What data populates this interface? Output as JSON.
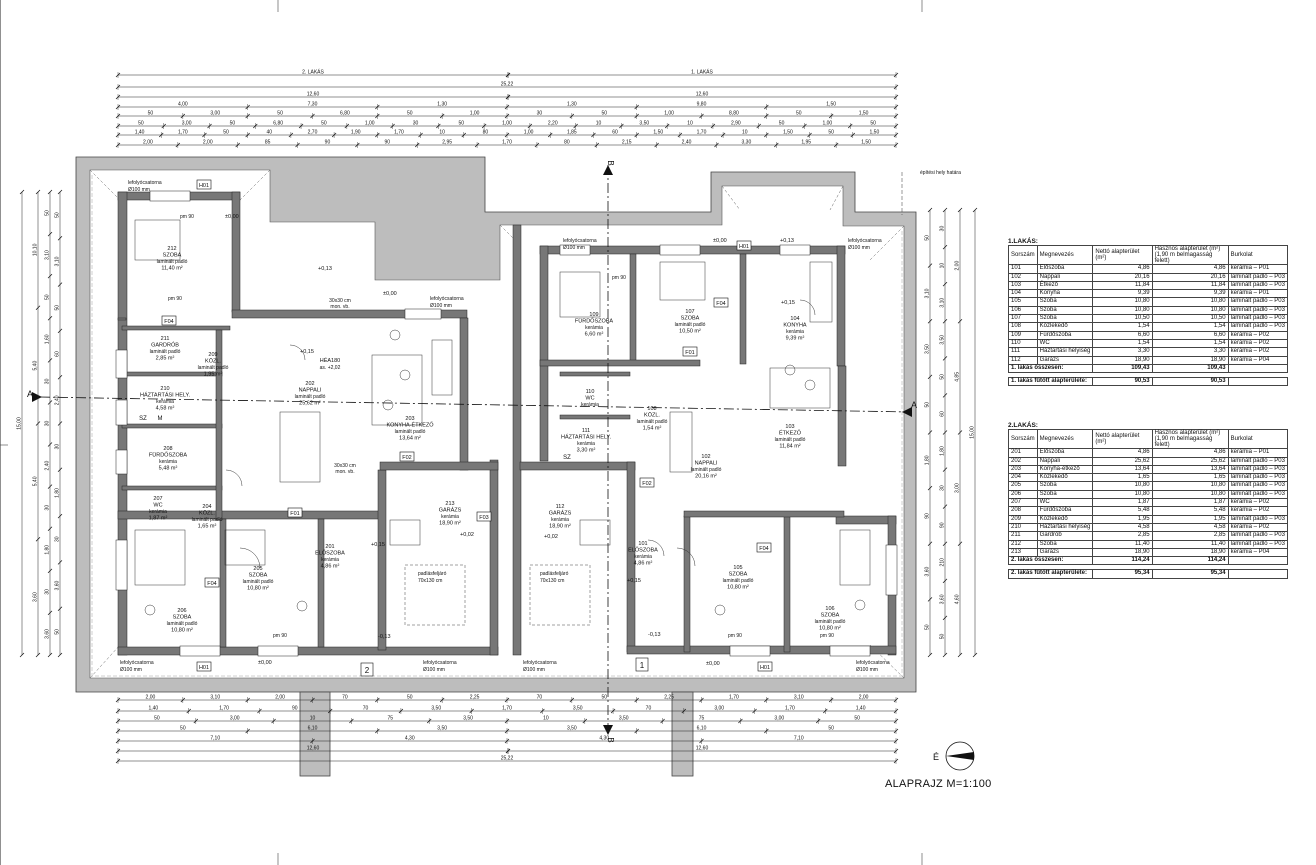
{
  "plan": {
    "dims_top": {
      "apartments": [
        "2. LAKÁS",
        "1. LAKÁS"
      ],
      "total": "25,22",
      "halves": [
        "12,60",
        "12,60"
      ],
      "row3": [
        "4,00",
        "7,30",
        "1,30",
        "1,30",
        "9,80",
        "1,50"
      ],
      "row4": [
        "50",
        "3,00",
        "50",
        "6,80",
        "50",
        "1,00",
        "30",
        "50",
        "1,00",
        "8,80",
        "50",
        "1,50"
      ],
      "row5": [
        "50",
        "3,00",
        "50",
        "6,80",
        "50",
        "1,00",
        "30",
        "50",
        "1,00",
        "2,20",
        "10",
        "3,50",
        "10",
        "2,90",
        "50",
        "1,00",
        "50"
      ],
      "row6": [
        "1,40",
        "1,70",
        "50",
        "40",
        "2,70",
        "1,90",
        "1,70",
        "10",
        "80",
        "1,00",
        "1,85",
        "60",
        "1,50",
        "1,70",
        "10",
        "1,50",
        "50",
        "1,50"
      ],
      "row7": [
        "2,00",
        "2,00",
        "85",
        "90",
        "90",
        "2,95",
        "1,70",
        "80",
        "2,15",
        "2,40",
        "3,30",
        "1,95",
        "1,50"
      ]
    },
    "dims_bottom": {
      "row1": [
        "2,00",
        "3,10",
        "2,00",
        "70",
        "50",
        "2,25",
        "70",
        "50",
        "2,25",
        "1,70",
        "3,10",
        "2,00"
      ],
      "row2": [
        "1,40",
        "1,70",
        "90",
        "70",
        "3,50",
        "1,70",
        "3,50",
        "70",
        "3,00",
        "1,70",
        "1,40"
      ],
      "row3": [
        "50",
        "3,00",
        "10",
        "75",
        "3,50",
        "10",
        "3,50",
        "75",
        "3,00",
        "50"
      ],
      "row4": [
        "50",
        "6,10",
        "3,50",
        "3,50",
        "6,10",
        "50"
      ],
      "row5": [
        "7,10",
        "4,30",
        "4,30",
        "7,10"
      ],
      "halves": [
        "12,60",
        "12,60"
      ],
      "total": "25,22"
    },
    "dims_left": {
      "total": "15,00",
      "parts": [
        "10,10",
        "5,40",
        "5,40",
        "3,60"
      ],
      "small": [
        "50",
        "3,10",
        "50",
        "1,60",
        "30",
        "30",
        "2,40",
        "30",
        "1,80",
        "30",
        "3,60",
        "50",
        "60",
        "150",
        "150"
      ]
    },
    "dims_right": {
      "total": "15,00",
      "parts": [
        "2,00",
        "4,85",
        "3,00",
        "4,60"
      ],
      "small": [
        "30",
        "10",
        "3,10",
        "3,50",
        "50",
        "60",
        "1,80",
        "30",
        "90",
        "210",
        "3,60",
        "50"
      ]
    },
    "rooms": [
      {
        "num": "212",
        "name": "SZOBA",
        "floor": "laminált padló",
        "area": "11,40 m²"
      },
      {
        "num": "211",
        "name": "GARDRÓB",
        "floor": "laminált padló",
        "area": "2,85 m²"
      },
      {
        "num": "209",
        "name": "KÖZL.",
        "floor": "laminált padló",
        "area": "1,95 m²"
      },
      {
        "num": "210",
        "name": "HÁZTARTÁSI HELY.",
        "floor": "kerámia",
        "area": "4,58 m²"
      },
      {
        "num": "208",
        "name": "FÜRDŐSZOBA",
        "floor": "kerámia",
        "area": "5,48 m²"
      },
      {
        "num": "207",
        "name": "WC",
        "floor": "kerámia",
        "area": "1,87 m²"
      },
      {
        "num": "204",
        "name": "KÖZL.",
        "floor": "laminált padló",
        "area": "1,65 m²"
      },
      {
        "num": "202",
        "name": "NAPPALI",
        "floor": "laminált padló",
        "area": "25,62 m²"
      },
      {
        "num": "203",
        "name": "KONYHA-ÉTKEZŐ",
        "floor": "laminált padló",
        "area": "13,64 m²"
      },
      {
        "num": "201",
        "name": "ELŐSZOBA",
        "floor": "kerámia",
        "area": "4,86 m²"
      },
      {
        "num": "205",
        "name": "SZOBA",
        "floor": "laminált padló",
        "area": "10,80 m²"
      },
      {
        "num": "206",
        "name": "SZOBA",
        "floor": "laminált padló",
        "area": "10,80 m²"
      },
      {
        "num": "213",
        "name": "GARÁZS",
        "floor": "kerámia",
        "area": "18,90 m²"
      },
      {
        "num": "112",
        "name": "GARÁZS",
        "floor": "kerámia",
        "area": "18,90 m²"
      },
      {
        "num": "109",
        "name": "FÜRDŐSZOBA",
        "floor": "kerámia",
        "area": "6,60 m²"
      },
      {
        "num": "107",
        "name": "SZOBA",
        "floor": "laminált padló",
        "area": "10,50 m²"
      },
      {
        "num": "104",
        "name": "KONYHA",
        "floor": "kerámia",
        "area": "9,39 m²"
      },
      {
        "num": "110",
        "name": "WC",
        "floor": "kerámia",
        "area": ""
      },
      {
        "num": "108",
        "name": "KÖZL.",
        "floor": "laminált padló",
        "area": "1,54 m²"
      },
      {
        "num": "111",
        "name": "HÁZTARTÁSI HELY.",
        "floor": "kerámia",
        "area": "3,30 m²"
      },
      {
        "num": "102",
        "name": "NAPPALI",
        "floor": "laminált padló",
        "area": "20,16 m²"
      },
      {
        "num": "103",
        "name": "ÉTKEZŐ",
        "floor": "laminált padló",
        "area": "11,84 m²"
      },
      {
        "num": "101",
        "name": "ELŐSZOBA",
        "floor": "kerámia",
        "area": "4,86 m²"
      },
      {
        "num": "105",
        "name": "SZOBA",
        "floor": "laminált padló",
        "area": "10,80 m²"
      },
      {
        "num": "106",
        "name": "SZOBA",
        "floor": "laminált padló",
        "area": "10,80 m²"
      }
    ],
    "notes": {
      "downpipe": "lefolyócsatorna",
      "downpipe_size": "Ø100 mm",
      "building_line": "építési hely határa",
      "attic": "padlásfeljáró",
      "attic_size": "70x130 cm",
      "opening": "30x30 cm",
      "opening_sub": "mon. vb.",
      "hmv": "HÉA180",
      "hmv_sub": "as. +2,02",
      "level0": "±0,00",
      "level13": "+0,13",
      "level15": "+0,15",
      "level02": "+0,02",
      "levelm13": "-0,13",
      "level_pm": "pm 90",
      "tag_h01": "H01",
      "tag_f01": "F01",
      "tag_f02": "F02",
      "tag_f03": "F03",
      "tag_f04": "F04",
      "tag_sz": "SZ",
      "tag_m": "M",
      "section_a": "A",
      "section_b": "B",
      "axis_1": "1",
      "axis_2": "2",
      "north": "É"
    }
  },
  "tables": {
    "headers": [
      "Sorszám",
      "Megnevezés",
      "Nettó alapterület (m²)",
      "Hasznos alapterület (m²)",
      "(1,90 m belmagasság felett)",
      "Burkolat"
    ],
    "apt1": {
      "title": "1.LAKÁS:",
      "rows": [
        [
          "101",
          "Előszoba",
          "4,86",
          "4,86",
          "kerámia – P01"
        ],
        [
          "102",
          "Nappali",
          "20,16",
          "20,16",
          "laminált padló – P03"
        ],
        [
          "103",
          "Étkező",
          "11,84",
          "11,84",
          "laminált padló – P03"
        ],
        [
          "104",
          "Konyha",
          "9,39",
          "9,39",
          "kerámia – P01"
        ],
        [
          "105",
          "Szoba",
          "10,80",
          "10,80",
          "laminált padló – P03"
        ],
        [
          "106",
          "Szoba",
          "10,80",
          "10,80",
          "laminált padló – P03"
        ],
        [
          "107",
          "Szoba",
          "10,50",
          "10,50",
          "laminált padló – P03"
        ],
        [
          "108",
          "Közlekedő",
          "1,54",
          "1,54",
          "laminált padló – P03"
        ],
        [
          "109",
          "Fürdőszoba",
          "6,60",
          "6,60",
          "kerámia – P02"
        ],
        [
          "110",
          "WC",
          "1,54",
          "1,54",
          "kerámia – P02"
        ],
        [
          "111",
          "Háztartási helyiség",
          "3,30",
          "3,30",
          "kerámia – P02"
        ],
        [
          "112",
          "Garázs",
          "18,90",
          "18,90",
          "kerámia – P04"
        ]
      ],
      "total_label": "1. lakás összesen:",
      "total_net": "109,43",
      "total_use": "109,43",
      "heated_label": "1. lakás fűtött alapterülete:",
      "heated_net": "90,53",
      "heated_use": "90,53"
    },
    "apt2": {
      "title": "2.LAKÁS:",
      "rows": [
        [
          "201",
          "Előszoba",
          "4,86",
          "4,86",
          "kerámia – P01"
        ],
        [
          "202",
          "Nappali",
          "25,62",
          "25,62",
          "laminált padló – P03"
        ],
        [
          "203",
          "Konyha-étkező",
          "13,64",
          "13,64",
          "laminált padló – P03"
        ],
        [
          "204",
          "Közlekedő",
          "1,65",
          "1,65",
          "laminált padló – P03"
        ],
        [
          "205",
          "Szoba",
          "10,80",
          "10,80",
          "laminált padló – P03"
        ],
        [
          "206",
          "Szoba",
          "10,80",
          "10,80",
          "laminált padló – P03"
        ],
        [
          "207",
          "WC",
          "1,87",
          "1,87",
          "kerámia – P02"
        ],
        [
          "208",
          "Fürdőszoba",
          "5,48",
          "5,48",
          "kerámia – P02"
        ],
        [
          "209",
          "Közlekedő",
          "1,95",
          "1,95",
          "laminált padló – P03"
        ],
        [
          "210",
          "Háztartási helyiség",
          "4,58",
          "4,58",
          "kerámia – P02"
        ],
        [
          "211",
          "Gardrób",
          "2,85",
          "2,85",
          "laminált padló – P03"
        ],
        [
          "212",
          "Szoba",
          "11,40",
          "11,40",
          "laminált padló – P03"
        ],
        [
          "213",
          "Garázs",
          "18,90",
          "18,90",
          "kerámia – P04"
        ]
      ],
      "total_label": "2. lakás összesen:",
      "total_net": "114,24",
      "total_use": "114,24",
      "heated_label": "2. lakás fűtött alapterülete:",
      "heated_net": "95,34",
      "heated_use": "95,34"
    }
  },
  "title": "ALAPRAJZ M=1:100"
}
